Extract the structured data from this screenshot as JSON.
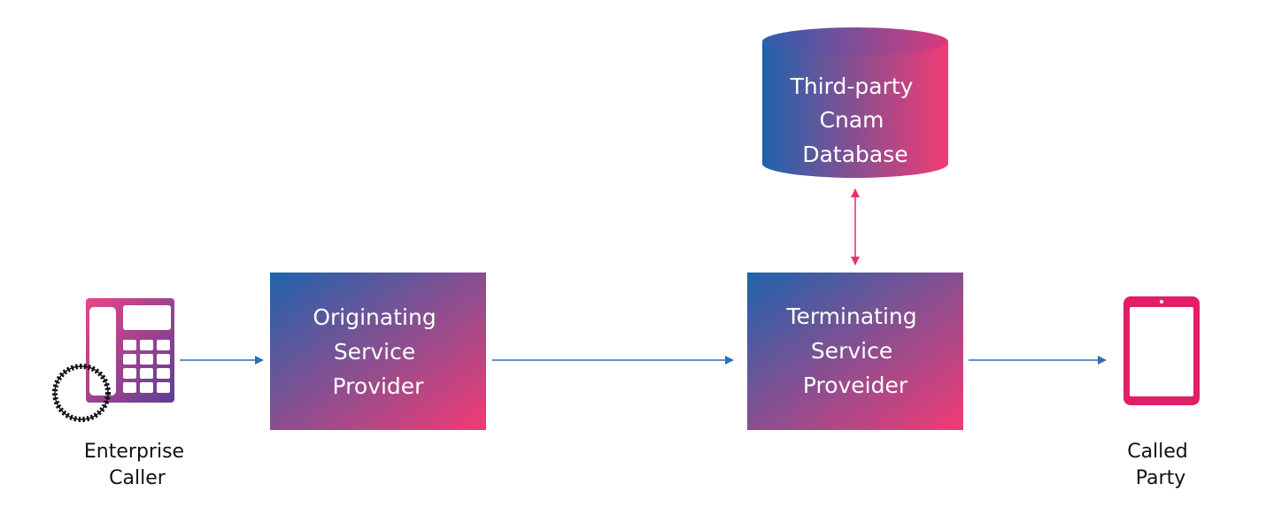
{
  "colors": {
    "gradient_start": "#1f63ad",
    "gradient_end": "#f23b74",
    "flow_arrow": "#2f6fb4",
    "db_arrow": "#e8336a",
    "tablet": "#e01f67",
    "phone_cord": "#111111"
  },
  "icons": {
    "caller": "desk-phone-icon",
    "called": "tablet-icon"
  },
  "nodes": {
    "originating": {
      "lines": [
        "Originating",
        "Service",
        "Provider"
      ]
    },
    "terminating": {
      "lines": [
        "Terminating",
        "Service",
        "Proveider"
      ]
    },
    "database": {
      "lines": [
        "Third-party",
        "Cnam",
        "Database"
      ]
    }
  },
  "captions": {
    "caller": [
      "Enterprise",
      "Caller"
    ],
    "called": [
      "Called",
      "Party"
    ]
  }
}
